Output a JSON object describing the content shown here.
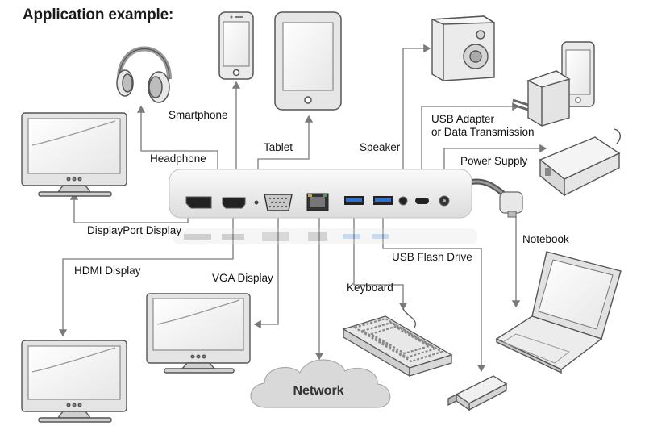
{
  "title": "Application example:",
  "labels": {
    "smartphone": "Smartphone",
    "tablet": "Tablet",
    "headphone": "Headphone",
    "speaker": "Speaker",
    "usb_adapter_line1": "USB Adapter",
    "usb_adapter_line2": "or Data Transmission",
    "power_supply": "Power Supply",
    "displayport": "DisplayPort Display",
    "notebook": "Notebook",
    "hdmi": "HDMI Display",
    "vga": "VGA Display",
    "usb_flash": "USB Flash Drive",
    "keyboard": "Keyboard",
    "network": "Network"
  },
  "colors": {
    "line": "#7a7a7a",
    "device_fill": "#eeeeee",
    "device_stroke": "#666666",
    "dock_fill": "#f2f2f2"
  }
}
